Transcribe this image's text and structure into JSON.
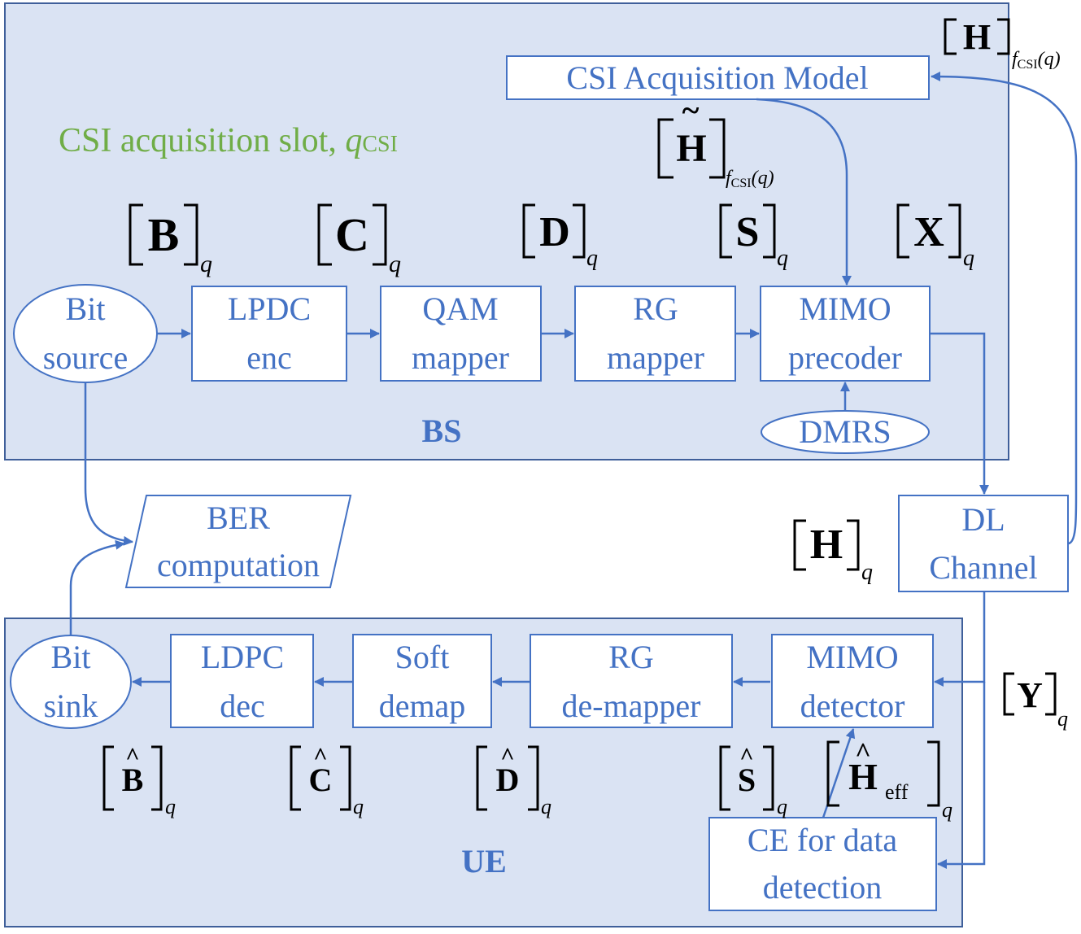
{
  "panels": {
    "bs": "BS",
    "ue": "UE"
  },
  "slot": {
    "text": "CSI acquisition slot, ",
    "q": "q",
    "sub": "CSI"
  },
  "blocks": {
    "csi_model": "CSI Acquisition Model",
    "bit_source": [
      "Bit",
      "source"
    ],
    "ldpc_enc": [
      "LPDC",
      "enc"
    ],
    "qam_mapper": [
      "QAM",
      "mapper"
    ],
    "rg_mapper": [
      "RG",
      "mapper"
    ],
    "mimo_precoder": [
      "MIMO",
      "precoder"
    ],
    "dmrs": "DMRS",
    "dl_channel": [
      "DL",
      "Channel"
    ],
    "ber": [
      "BER",
      "computation"
    ],
    "bit_sink": [
      "Bit",
      "sink"
    ],
    "ldpc_dec": [
      "LDPC",
      "dec"
    ],
    "soft_demap": [
      "Soft",
      "demap"
    ],
    "rg_demapper": [
      "RG",
      "de-mapper"
    ],
    "mimo_detector": [
      "MIMO",
      "detector"
    ],
    "ce": [
      "CE for data",
      "detection"
    ]
  },
  "symbols": {
    "H_top": {
      "letter": "H",
      "sub": "f",
      "subsub": "CSI",
      "arg": "(q)"
    },
    "H_tilde": {
      "letter": "H",
      "accent": "~",
      "sub": "f",
      "subsub": "CSI",
      "arg": "(q)"
    },
    "B": {
      "letter": "B",
      "sub": "q"
    },
    "C": {
      "letter": "C",
      "sub": "q"
    },
    "D": {
      "letter": "D",
      "sub": "q"
    },
    "S": {
      "letter": "S",
      "sub": "q"
    },
    "X": {
      "letter": "X",
      "sub": "q"
    },
    "H_q": {
      "letter": "H",
      "sub": "q"
    },
    "Y": {
      "letter": "Y",
      "sub": "q"
    },
    "B_hat": {
      "letter": "B",
      "accent": "^",
      "sub": "q"
    },
    "C_hat": {
      "letter": "C",
      "accent": "^",
      "sub": "q"
    },
    "D_hat": {
      "letter": "D",
      "accent": "^",
      "sub": "q"
    },
    "S_hat": {
      "letter": "S",
      "accent": "^",
      "sub": "q"
    },
    "H_eff": {
      "letter": "H",
      "accent": "^",
      "tail": "eff",
      "sub": "q"
    }
  },
  "colors": {
    "panel_fill": "#dae3f3",
    "panel_border": "#3f5f9a",
    "block_line": "#4472c4",
    "slot_text": "#70ad47",
    "math": "#000000"
  }
}
